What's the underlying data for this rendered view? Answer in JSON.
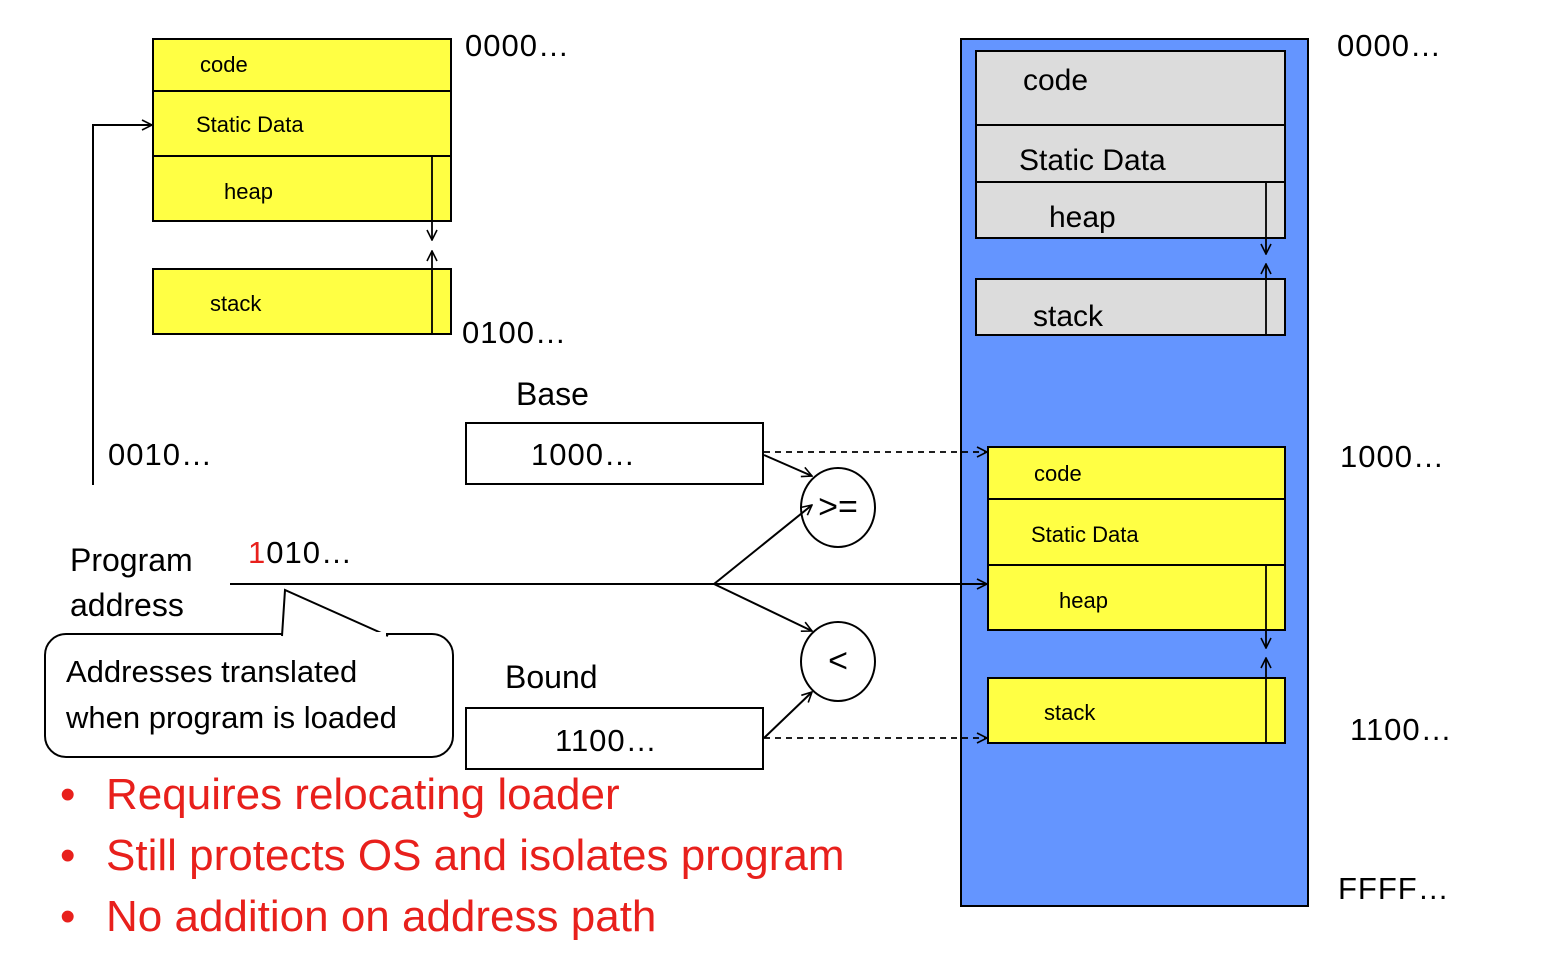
{
  "program_segments": [
    "code",
    "Static Data",
    "heap",
    "stack"
  ],
  "program_addresses": {
    "start": "0000…",
    "end": "0100…",
    "pointer": "0010…"
  },
  "physical_top_segments": [
    "code",
    "Static Data",
    "heap",
    "stack"
  ],
  "physical_loaded_segments": [
    "code",
    "Static Data",
    "heap",
    "stack"
  ],
  "physical_addresses": {
    "start": "0000…",
    "base": "1000…",
    "bound": "1100…",
    "end": "FFFF…"
  },
  "base": {
    "label": "Base",
    "value": "1000…"
  },
  "bound": {
    "label": "Bound",
    "value": "1100…"
  },
  "comparators": {
    "ge": ">=",
    "lt": "<"
  },
  "program_address": {
    "label_line1": "Program",
    "label_line2": "address",
    "value_highlight": "1",
    "value_rest": "010…"
  },
  "callout": {
    "line1": "Addresses translated",
    "line2": "when program is loaded"
  },
  "bullets": [
    "Requires relocating loader",
    "Still protects OS and isolates program",
    "No addition on address path"
  ],
  "colors": {
    "memory_bg": "#6495ff",
    "segment_yellow": "#ffff44",
    "segment_gray": "#dcdcdc",
    "highlight_red": "#e8201c"
  }
}
